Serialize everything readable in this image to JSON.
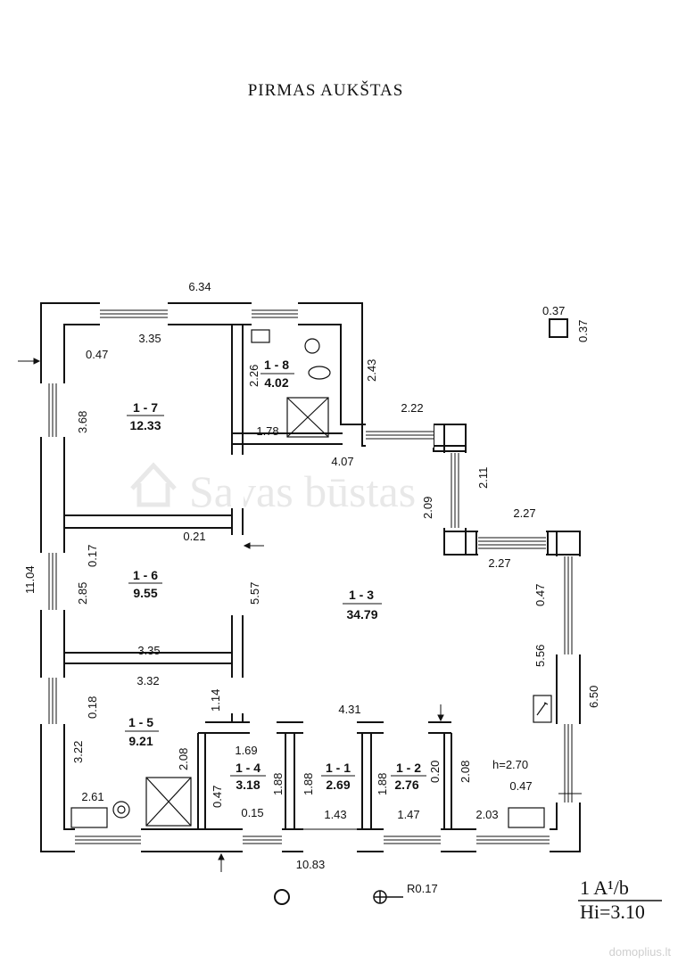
{
  "title": "PIRMAS AUKŠTAS",
  "watermark": "Savas būstas",
  "brand": "domoplius.lt",
  "code": {
    "line1": "1 A¹/b",
    "line2": "Hi=3.10"
  },
  "rooms": [
    {
      "id": "1 - 7",
      "area": "12.33"
    },
    {
      "id": "1 - 8",
      "area": "4.02"
    },
    {
      "id": "1 - 6",
      "area": "9.55"
    },
    {
      "id": "1 - 3",
      "area": "34.79"
    },
    {
      "id": "1 - 5",
      "area": "9.21"
    },
    {
      "id": "1 - 4",
      "area": "3.18"
    },
    {
      "id": "1 - 1",
      "area": "2.69"
    },
    {
      "id": "1 - 2",
      "area": "2.76"
    }
  ],
  "dimensions": {
    "top_width": "6.34",
    "chimney_a": "0.37",
    "chimney_b": "0.37",
    "r7_width": "3.35",
    "r7_wall": "0.47",
    "r7_height": "3.68",
    "r8_height": "2.26",
    "r8_width": "1.78",
    "step_a": "2.43",
    "step_b": "2.22",
    "hall_top": "4.07",
    "diag_a": "2.11",
    "diag_b": "2.09",
    "step_c": "2.27",
    "step_d": "2.27",
    "total_height": "11.04",
    "r6_wall": "0.17",
    "r6_door": "0.21",
    "r6_height": "2.85",
    "r6_width": "3.35",
    "hall_left": "5.57",
    "r3_wall": "0.47",
    "r3_right": "5.56",
    "right_total": "6.50",
    "r5_width": "3.32",
    "r5_wall": "0.18",
    "r5_door": "1.14",
    "hall_bottom": "4.31",
    "r5_height": "3.22",
    "r5_right": "2.08",
    "r4_width": "1.69",
    "r4_wall": "0.47",
    "r4_height": "1.88",
    "r1_height": "1.88",
    "r2_height": "1.88",
    "r2_wall": "0.20",
    "right_lower": "2.08",
    "ceiling": "h=2.70",
    "r3_wall2": "0.47",
    "r5_fixture": "2.61",
    "r4_door": "0.15",
    "r1_width": "1.43",
    "r2_width": "1.47",
    "r3_bottom": "2.03",
    "bottom_total": "10.83",
    "radius": "R0.17"
  }
}
